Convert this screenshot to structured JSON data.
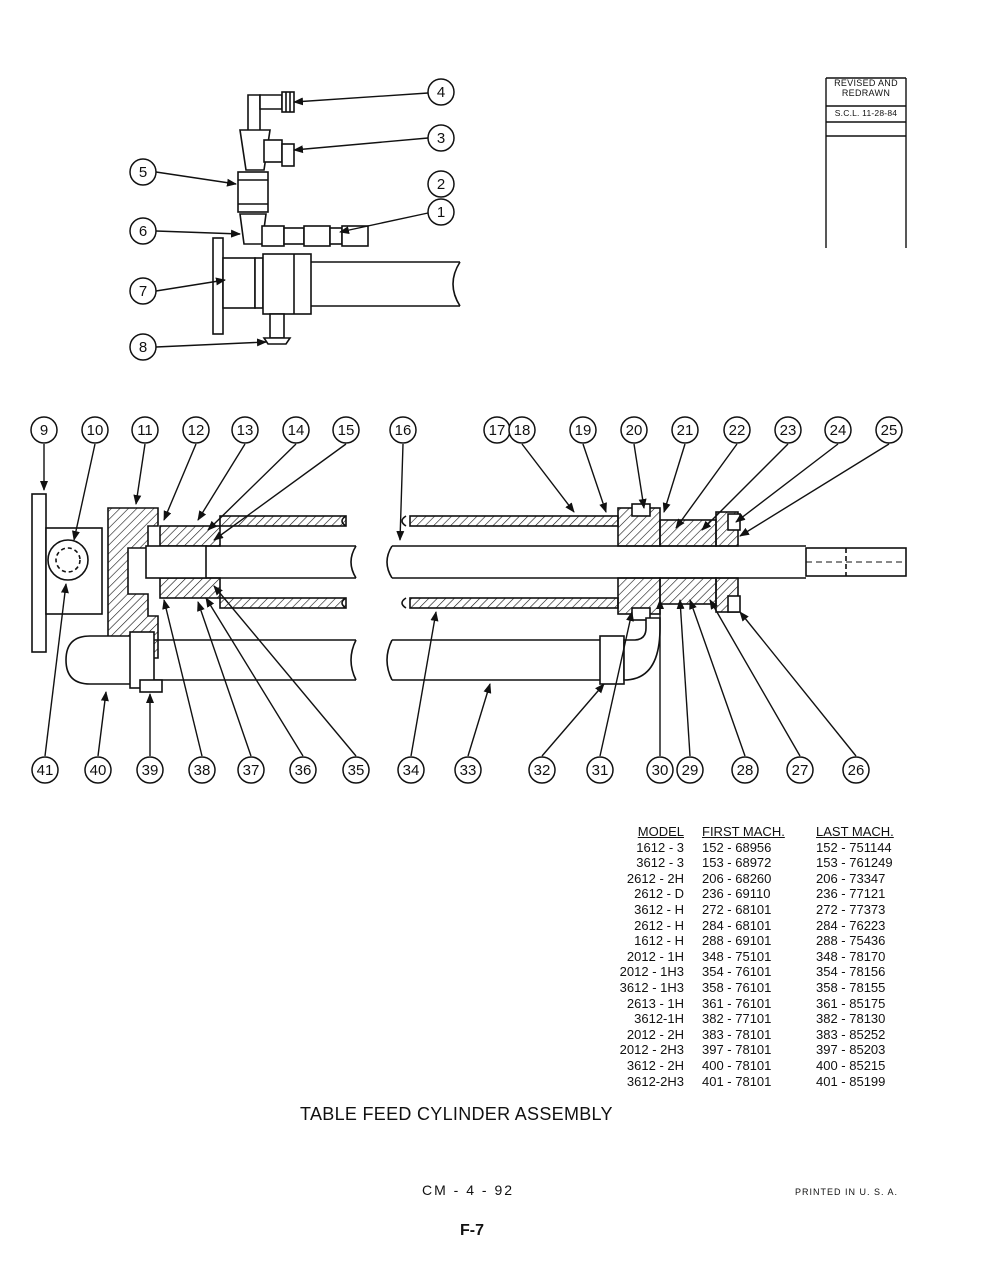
{
  "revision": {
    "line1": "REVISED AND",
    "line2": "REDRAWN",
    "sub": "S.C.L. 11-28-84"
  },
  "callouts": {
    "top": [
      "4",
      "3",
      "5",
      "2",
      "1",
      "6",
      "7",
      "8"
    ],
    "upper_row": [
      "9",
      "10",
      "11",
      "12",
      "13",
      "14",
      "15",
      "16",
      "17",
      "18",
      "19",
      "20",
      "21",
      "22",
      "23",
      "24",
      "25"
    ],
    "lower_row": [
      "41",
      "40",
      "39",
      "38",
      "37",
      "36",
      "35",
      "34",
      "33",
      "32",
      "31",
      "30",
      "29",
      "28",
      "27",
      "26"
    ]
  },
  "table": {
    "headers": [
      "MODEL",
      "FIRST MACH.",
      "LAST MACH."
    ],
    "rows": [
      [
        "1612 - 3",
        "152 - 68956",
        "152 - 751144"
      ],
      [
        "3612 - 3",
        "153 - 68972",
        "153 - 761249"
      ],
      [
        "2612 - 2H",
        "206 - 68260",
        "206 - 73347"
      ],
      [
        "2612 - D",
        "236 - 69110",
        "236 - 77121"
      ],
      [
        "3612 - H",
        "272 - 68101",
        "272 - 77373"
      ],
      [
        "2612 - H",
        "284 - 68101",
        "284 - 76223"
      ],
      [
        "1612 - H",
        "288 - 69101",
        "288 - 75436"
      ],
      [
        "2012 - 1H",
        "348 - 75101",
        "348 - 78170"
      ],
      [
        "2012 - 1H3",
        "354 - 76101",
        "354 - 78156"
      ],
      [
        "3612 - 1H3",
        "358 - 76101",
        "358 - 78155"
      ],
      [
        "2613 - 1H",
        "361 - 76101",
        "361 - 85175"
      ],
      [
        "3612-1H",
        "382 - 77101",
        "382 - 78130"
      ],
      [
        "2012 - 2H",
        "383 - 78101",
        "383 - 85252"
      ],
      [
        "2012 - 2H3",
        "397 - 78101",
        "397 - 85203"
      ],
      [
        "3612 - 2H",
        "400 - 78101",
        "400 - 85215"
      ],
      [
        "3612-2H3",
        "401 - 78101",
        "401 - 85199"
      ]
    ]
  },
  "title": "TABLE FEED CYLINDER ASSEMBLY",
  "doc_code": "CM - 4 - 92",
  "printed": "PRINTED IN U. S. A.",
  "page_number": "F-7"
}
